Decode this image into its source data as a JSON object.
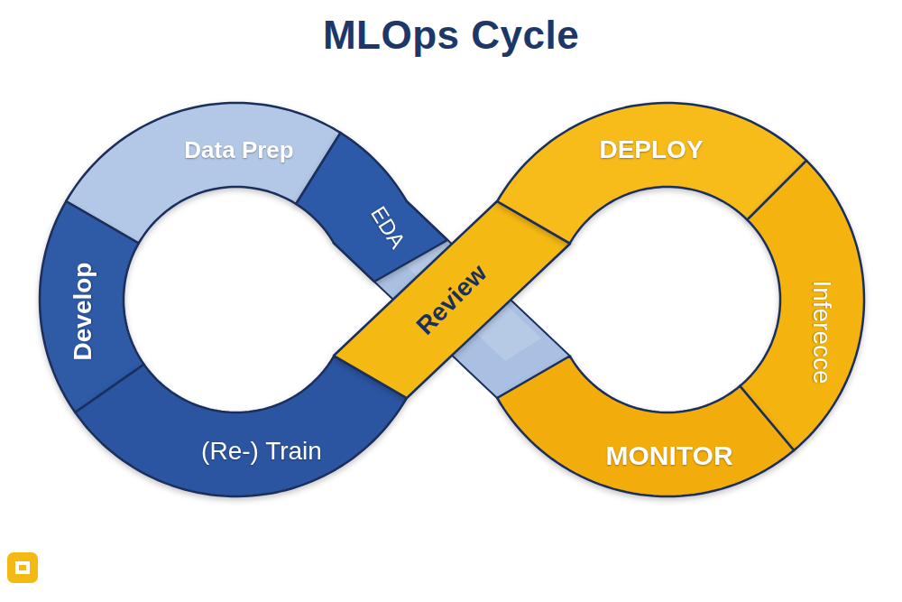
{
  "diagram": {
    "title": "MLOps Cycle",
    "nodes": [
      {
        "text": [
          "Data Prep"
        ]
      },
      {
        "text": [
          "EDA"
        ]
      },
      {
        "text": [
          "Develop"
        ]
      },
      {
        "text": [
          "(Re-) Train"
        ]
      },
      {
        "text": [
          "Review"
        ]
      },
      {
        "text": [
          "DEPLOY"
        ]
      },
      {
        "text": [
          "Inferecce"
        ]
      },
      {
        "text": [
          "MONITOR"
        ]
      }
    ]
  }
}
